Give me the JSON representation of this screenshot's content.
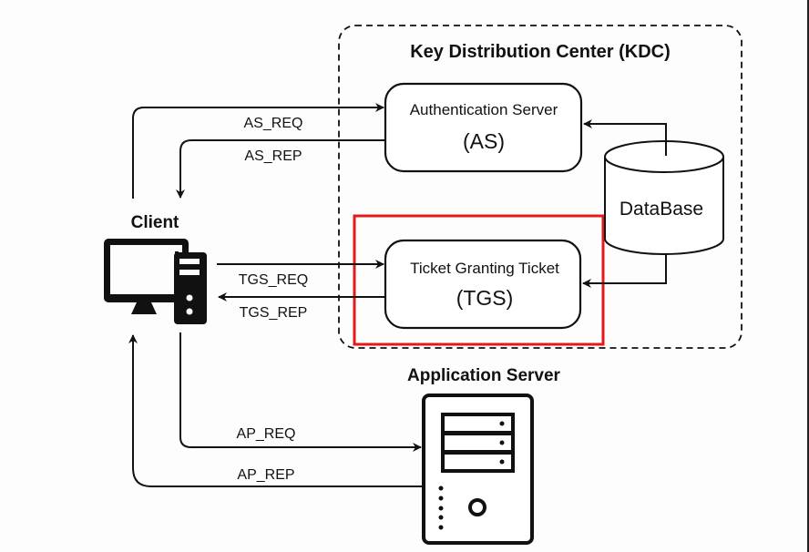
{
  "diagram": {
    "kdc_title": "Key Distribution Center (KDC)",
    "client_label": "Client",
    "app_server_label": "Application Server",
    "as_box": {
      "line1": "Authentication Server",
      "line2": "(AS)"
    },
    "tgs_box": {
      "line1": "Ticket Granting Ticket",
      "line2": "(TGS)"
    },
    "database_label": "DataBase",
    "messages": {
      "as_req": "AS_REQ",
      "as_rep": "AS_REP",
      "tgs_req": "TGS_REQ",
      "tgs_rep": "TGS_REP",
      "ap_req": "AP_REQ",
      "ap_rep": "AP_REP"
    },
    "icons": {
      "client": "desktop-computer-icon",
      "app_server": "server-tower-icon",
      "database": "database-cylinder-icon"
    },
    "colors": {
      "stroke": "#111111",
      "highlight": "#e41a1a",
      "background": "#fdfdfd"
    }
  }
}
